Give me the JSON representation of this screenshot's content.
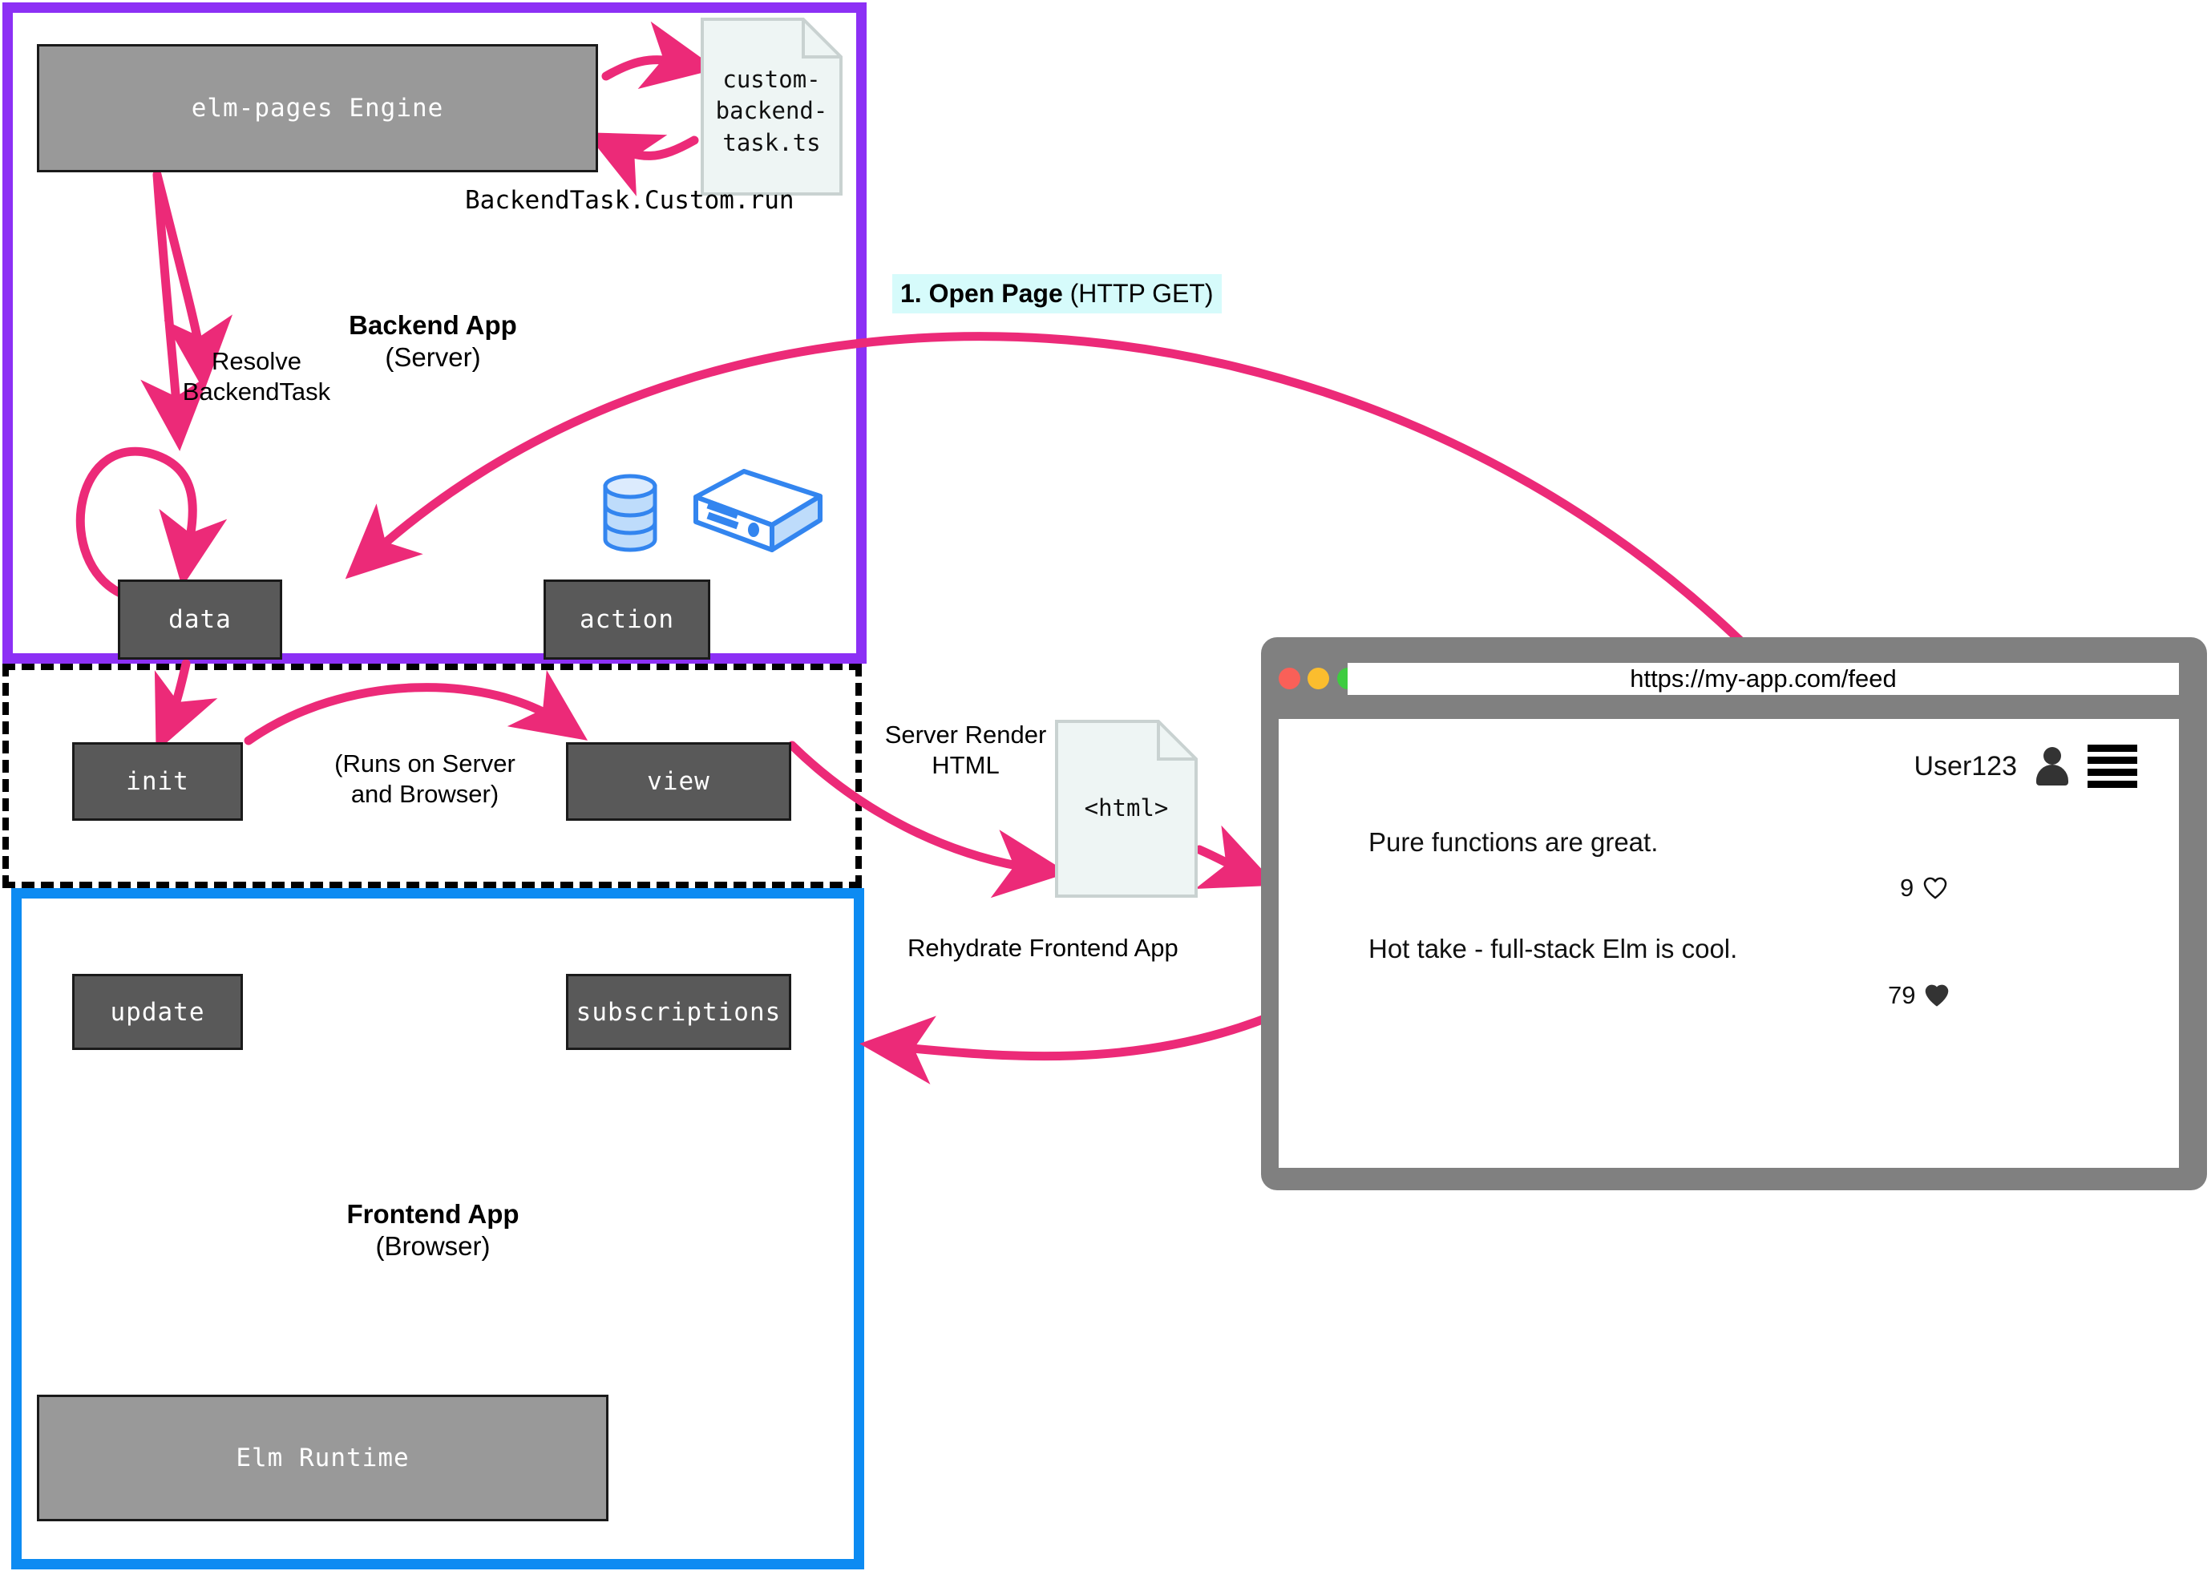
{
  "regions": {
    "backend": {
      "title": "Backend App",
      "subtitle": "(Server)",
      "border_color": "#8c30f5"
    },
    "shared": {
      "note": "(Runs on Server\nand Browser)",
      "border_color": "#000000"
    },
    "frontend": {
      "title": "Frontend App",
      "subtitle": "(Browser)",
      "border_color": "#0d8bf2"
    }
  },
  "boxes": {
    "engine": "elm-pages Engine",
    "data": "data",
    "action": "action",
    "init": "init",
    "view": "view",
    "update": "update",
    "subscriptions": "subscriptions",
    "runtime": "Elm Runtime"
  },
  "files": {
    "custom_backend_task": "custom-\nbackend-\ntask.ts",
    "html_doc": "<html>"
  },
  "labels": {
    "backendtask_run": "BackendTask.Custom.run",
    "resolve_backendtask": "Resolve\nBackendTask",
    "runs_on_server_and_browser": "(Runs on Server\nand Browser)",
    "server_render_html": "Server Render\nHTML",
    "rehydrate_frontend_app": "Rehydrate Frontend App",
    "open_page_step": "1. Open Page",
    "open_page_method": " (HTTP GET)",
    "open_page_highlight": "#d6fbfb"
  },
  "browser": {
    "url": "https://my-app.com/feed",
    "username": "User123",
    "traffic_lights": [
      "#f96058",
      "#fbbd2e",
      "#3ecc40"
    ],
    "chrome_color": "#808080",
    "posts": [
      {
        "text": "Pure functions are great.",
        "likes": "9",
        "liked": false
      },
      {
        "text": "Hot take - full-stack Elm is cool.",
        "likes": "79",
        "liked": true
      }
    ]
  },
  "icons": {
    "database": "database-icon",
    "server": "server-icon",
    "avatar": "avatar-icon",
    "menu": "hamburger-icon",
    "heart_outline": "heart-outline-icon",
    "heart_filled": "heart-filled-icon"
  },
  "colors": {
    "arrow": "#ec2a78",
    "backend_border": "#8c30f5",
    "frontend_border": "#0d8bf2",
    "box_light": "#999999",
    "box_dark": "#595959",
    "icon_blue": "#3385ef",
    "icon_blue_fill": "#bedcfb",
    "file_fill": "#eef5f4"
  }
}
